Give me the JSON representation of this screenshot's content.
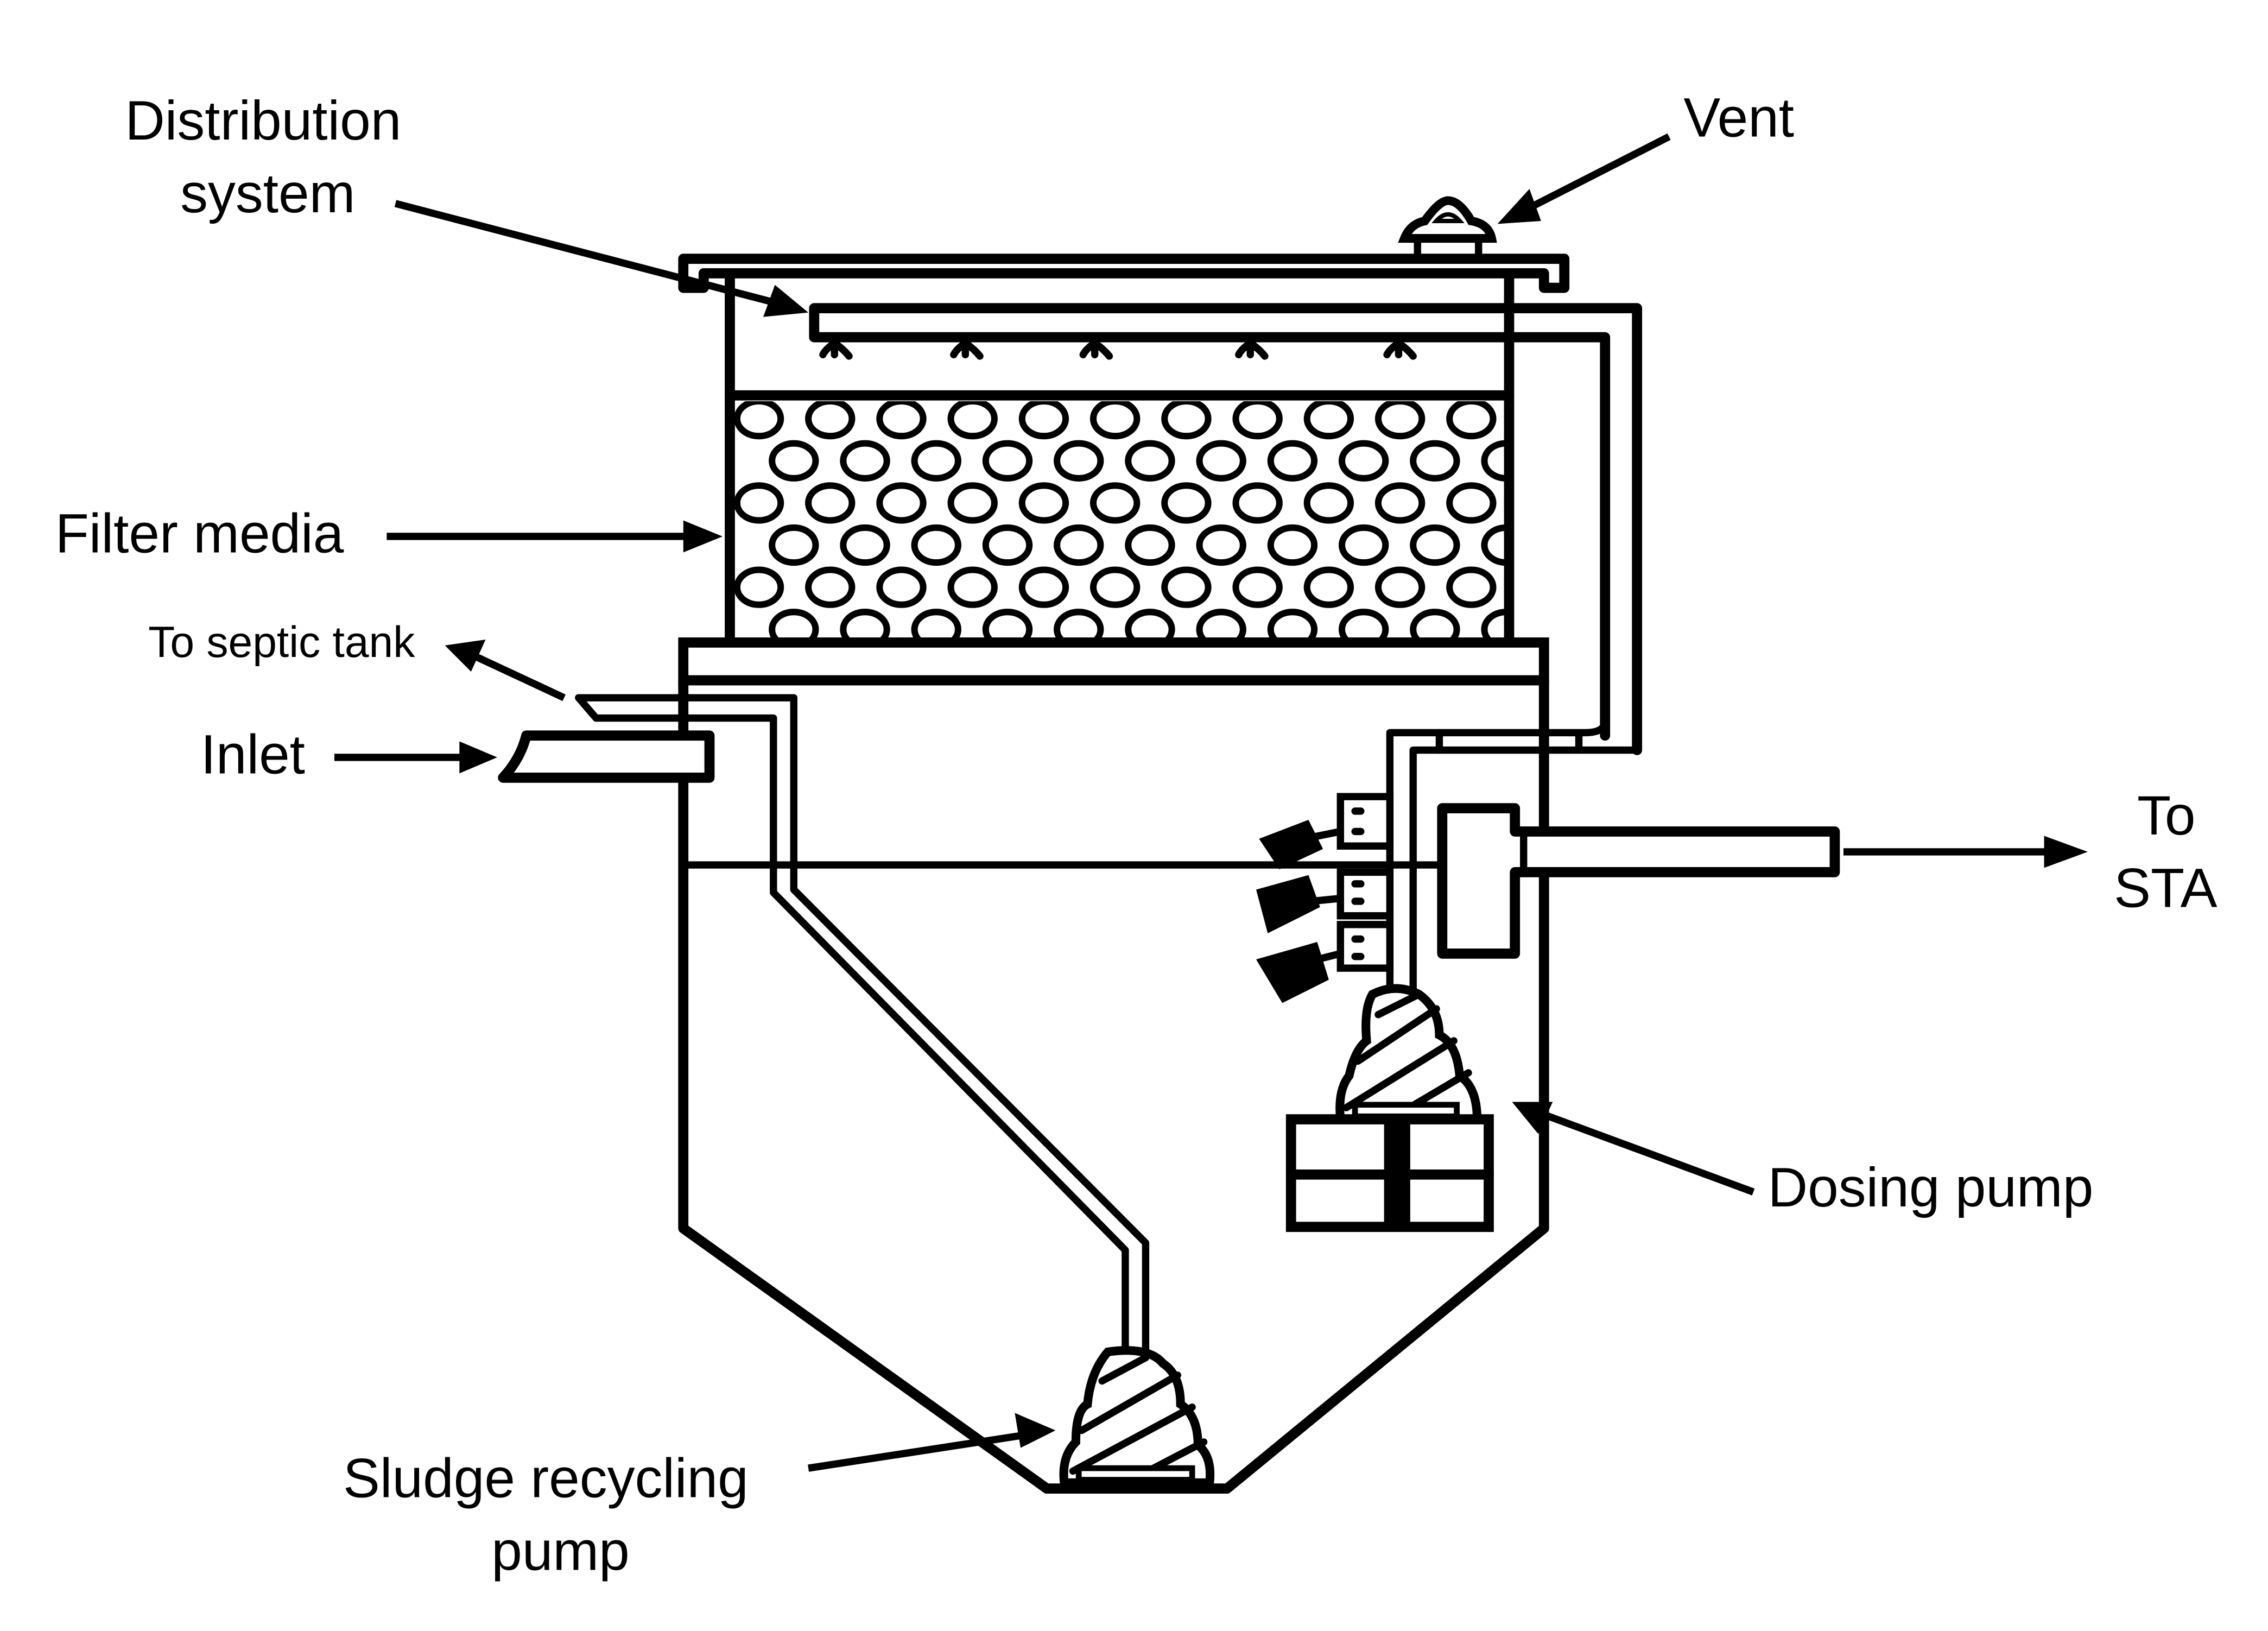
{
  "diagram": {
    "type": "schematic",
    "subject": "Recirculating filter treatment unit",
    "colors": {
      "line": "#000000",
      "background": "#ffffff"
    },
    "labels": {
      "distribution_line1": "Distribution",
      "distribution_line2": "system",
      "vent": "Vent",
      "filter_media": "Filter media",
      "to_septic_tank": "To septic tank",
      "inlet": "Inlet",
      "to_sta_line1": "To",
      "to_sta_line2": "STA",
      "dosing_pump": "Dosing pump",
      "sludge_line1": "Sludge recycling",
      "sludge_line2": "pump"
    },
    "components": [
      "vent",
      "lid",
      "distribution-system",
      "filter-media",
      "inlet-pipe",
      "septic-tank-return-pipe",
      "float-switches",
      "outlet-tee",
      "outlet-pipe",
      "dosing-pump",
      "sludge-recycling-pump",
      "tank-hopper-bottom"
    ],
    "float_switch_count": 3,
    "spray_nozzle_count": 5
  }
}
